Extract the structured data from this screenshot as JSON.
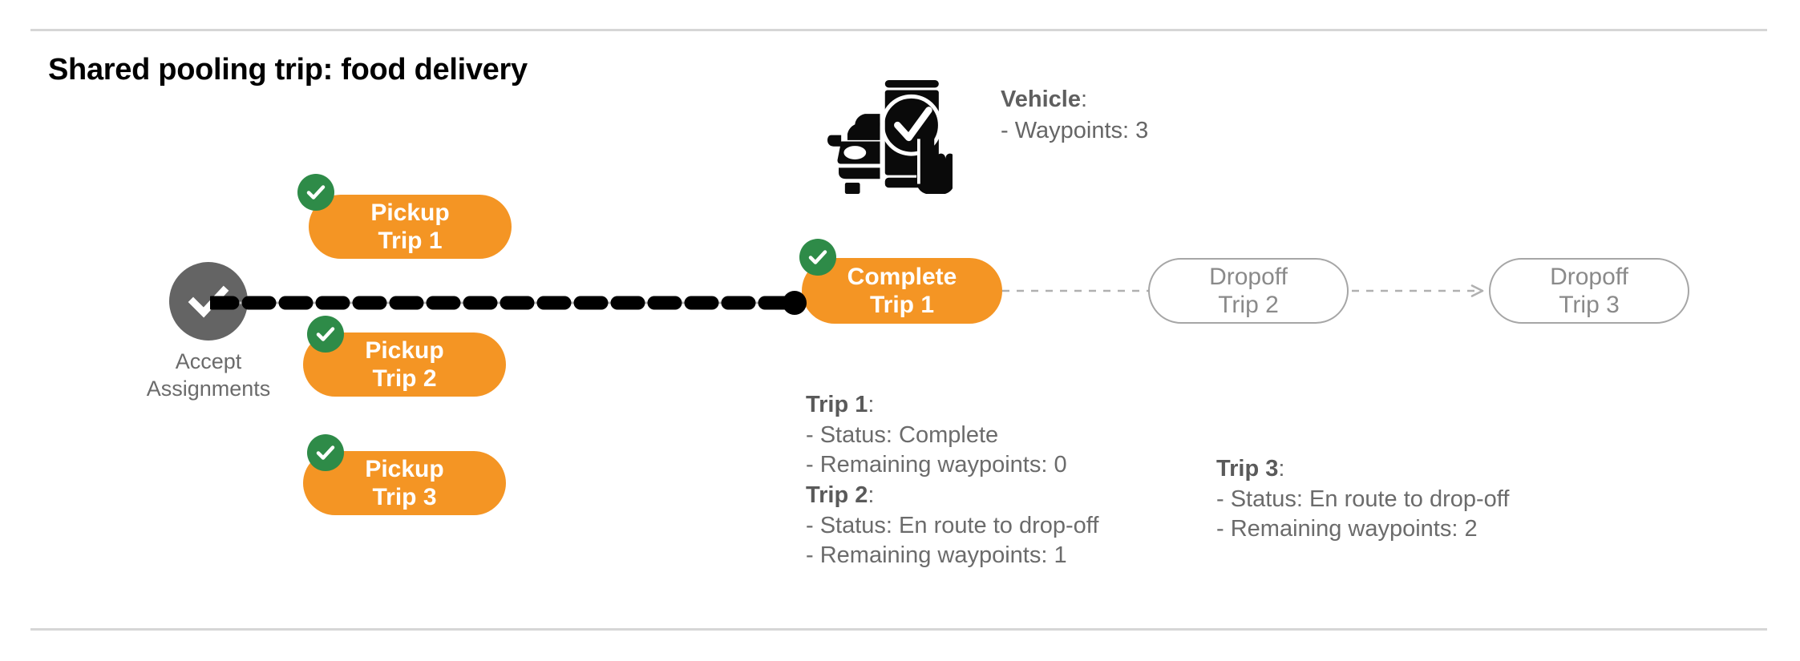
{
  "slide": {
    "title": "Shared pooling trip: food delivery"
  },
  "start_node": {
    "label_line1": "Accept",
    "label_line2": "Assignments",
    "icon": "check-circle-icon",
    "circle_color": "#646464"
  },
  "pickup_nodes": [
    {
      "line1": "Pickup",
      "line2": "Trip 1",
      "state": "complete",
      "badge": "check-badge-icon"
    },
    {
      "line1": "Pickup",
      "line2": "Trip 2",
      "state": "complete",
      "badge": "check-badge-icon"
    },
    {
      "line1": "Pickup",
      "line2": "Trip 3",
      "state": "complete",
      "badge": "check-badge-icon"
    }
  ],
  "progress_nodes": [
    {
      "line1": "Complete",
      "line2": "Trip 1",
      "state": "complete",
      "badge": "check-badge-icon"
    },
    {
      "line1": "Dropoff",
      "line2": "Trip 2",
      "state": "pending",
      "badge": null
    },
    {
      "line1": "Dropoff",
      "line2": "Trip 3",
      "state": "pending",
      "badge": null
    }
  ],
  "vehicle": {
    "icon": "car-phone-check-icon",
    "heading": "Vehicle",
    "heading_suffix": ":",
    "waypoints_line": "- Waypoints: 3",
    "waypoints": 3
  },
  "trip_details": [
    {
      "heading": "Trip 1",
      "heading_suffix": ":",
      "status_line": "- Status:  Complete",
      "waypoints_line": "- Remaining waypoints: 0",
      "status": "Complete",
      "remaining_waypoints": 0
    },
    {
      "heading": "Trip 2",
      "heading_suffix": ":",
      "status_line": "- Status:  En route to drop-off",
      "waypoints_line": "- Remaining waypoints: 1",
      "status": "En route to drop-off",
      "remaining_waypoints": 1
    },
    {
      "heading": "Trip 3",
      "heading_suffix": ":",
      "status_line": "- Status:  En route to drop-off",
      "waypoints_line": "- Remaining waypoints: 2",
      "status": "En route to drop-off",
      "remaining_waypoints": 2
    }
  ],
  "colors": {
    "accent_orange": "#F49524",
    "badge_green": "#2E8B48",
    "node_gray": "#646464",
    "outline_gray": "#a6a6a6",
    "text_gray": "#6b6b6b",
    "divider": "#d6d6d6"
  }
}
